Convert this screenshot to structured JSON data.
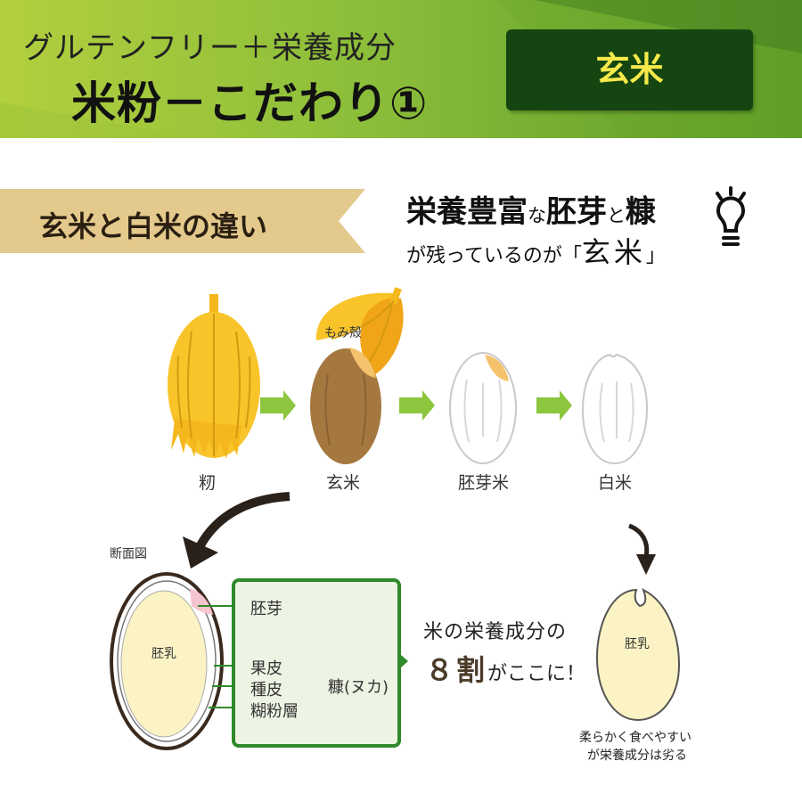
{
  "header": {
    "title_line1": "グルテンフリー＋栄養成分",
    "title_line2": "米粉－こだわり①",
    "badge": "玄米"
  },
  "section": {
    "ribbon_label": "玄米と白米の違い",
    "lead_part1": "栄養豊富",
    "lead_part2": "な",
    "lead_part3": "胚芽",
    "lead_part4": "と",
    "lead_part5": "糠",
    "lead_line2_prefix": "が残っているのが「",
    "lead_line2_emph": "玄米",
    "lead_line2_suffix": "」"
  },
  "stages": {
    "momi_label": "籾",
    "momigara_label": "もみ殻",
    "genmai_label": "玄米",
    "haiga_mai_label": "胚芽米",
    "hakumai_label": "白米"
  },
  "cross_section": {
    "title": "断面図",
    "endosperm": "胚乳",
    "germ": "胚芽",
    "pericarp": "果皮",
    "seed_coat": "種皮",
    "aleurone": "糊粉層",
    "bran": "糠(ヌカ)"
  },
  "highlight": {
    "line1": "米の栄養成分の",
    "number": "８割",
    "line2_suffix": "がここに！"
  },
  "white_rice": {
    "endosperm": "胚乳",
    "caption_line1": "柔らかく食べやすい",
    "caption_line2": "が栄養成分は劣る"
  },
  "colors": {
    "header_green": "#8cbe3a",
    "badge_bg": "#154612",
    "badge_text": "#f6e94a",
    "ribbon_tan": "#e4c98c",
    "arrow_green": "#8cc63f",
    "brown_rice": "#a4783f",
    "husk_yellow": "#f5b81c",
    "box_green": "#2f8a2b",
    "endosperm_cream": "#fbf3c4"
  },
  "icons": [
    "lightbulb-icon",
    "arrow-right-icon",
    "curved-arrow-icon",
    "down-arrow-icon"
  ]
}
